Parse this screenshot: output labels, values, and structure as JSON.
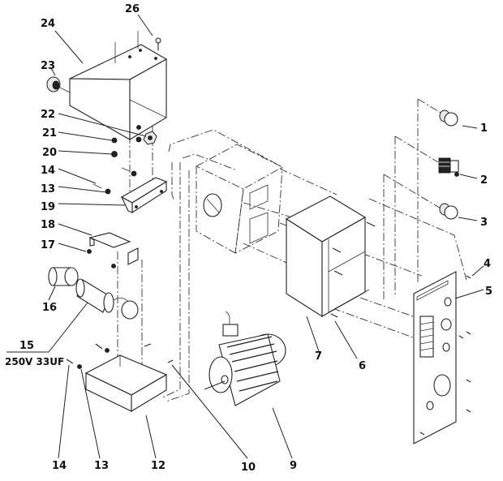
{
  "diagram": {
    "title": "",
    "callouts": [
      {
        "id": "1",
        "label": "1"
      },
      {
        "id": "2",
        "label": "2"
      },
      {
        "id": "3",
        "label": "3"
      },
      {
        "id": "4",
        "label": "4"
      },
      {
        "id": "5",
        "label": "5"
      },
      {
        "id": "6",
        "label": "6"
      },
      {
        "id": "7",
        "label": "7"
      },
      {
        "id": "9",
        "label": "9"
      },
      {
        "id": "10",
        "label": "10"
      },
      {
        "id": "12",
        "label": "12"
      },
      {
        "id": "13a",
        "label": "13"
      },
      {
        "id": "13b",
        "label": "13"
      },
      {
        "id": "14a",
        "label": "14"
      },
      {
        "id": "14b",
        "label": "14"
      },
      {
        "id": "15",
        "label": "15",
        "spec": "250V 33UF"
      },
      {
        "id": "16",
        "label": "16"
      },
      {
        "id": "17",
        "label": "17"
      },
      {
        "id": "18",
        "label": "18"
      },
      {
        "id": "19",
        "label": "19"
      },
      {
        "id": "20",
        "label": "20"
      },
      {
        "id": "21",
        "label": "21"
      },
      {
        "id": "22",
        "label": "22"
      },
      {
        "id": "23",
        "label": "23"
      },
      {
        "id": "24",
        "label": "24"
      },
      {
        "id": "26",
        "label": "26"
      }
    ],
    "components": [
      {
        "callout": "1",
        "icon": "push-button-icon"
      },
      {
        "callout": "2",
        "icon": "rotary-switch-icon"
      },
      {
        "callout": "3",
        "icon": "push-button-icon"
      },
      {
        "callout": "4",
        "icon": "screw-icon"
      },
      {
        "callout": "5",
        "icon": "front-panel-icon"
      },
      {
        "callout": "6",
        "icon": "screw-icon"
      },
      {
        "callout": "7",
        "icon": "box-cover-icon"
      },
      {
        "callout": "9",
        "icon": "electric-motor-icon"
      },
      {
        "callout": "10",
        "icon": "screw-icon"
      },
      {
        "callout": "12",
        "icon": "tray-icon"
      },
      {
        "callout": "13",
        "icon": "nut-icon"
      },
      {
        "callout": "14",
        "icon": "screw-icon"
      },
      {
        "callout": "15",
        "icon": "capacitor-icon"
      },
      {
        "callout": "16",
        "icon": "capacitor-icon"
      },
      {
        "callout": "17",
        "icon": "nut-icon"
      },
      {
        "callout": "18",
        "icon": "bracket-icon"
      },
      {
        "callout": "19",
        "icon": "bracket-icon"
      },
      {
        "callout": "20",
        "icon": "screw-icon"
      },
      {
        "callout": "21",
        "icon": "washer-icon"
      },
      {
        "callout": "22",
        "icon": "nut-icon"
      },
      {
        "callout": "23",
        "icon": "cable-gland-icon"
      },
      {
        "callout": "24",
        "icon": "hood-cover-icon"
      },
      {
        "callout": "26",
        "icon": "screw-icon"
      }
    ]
  }
}
